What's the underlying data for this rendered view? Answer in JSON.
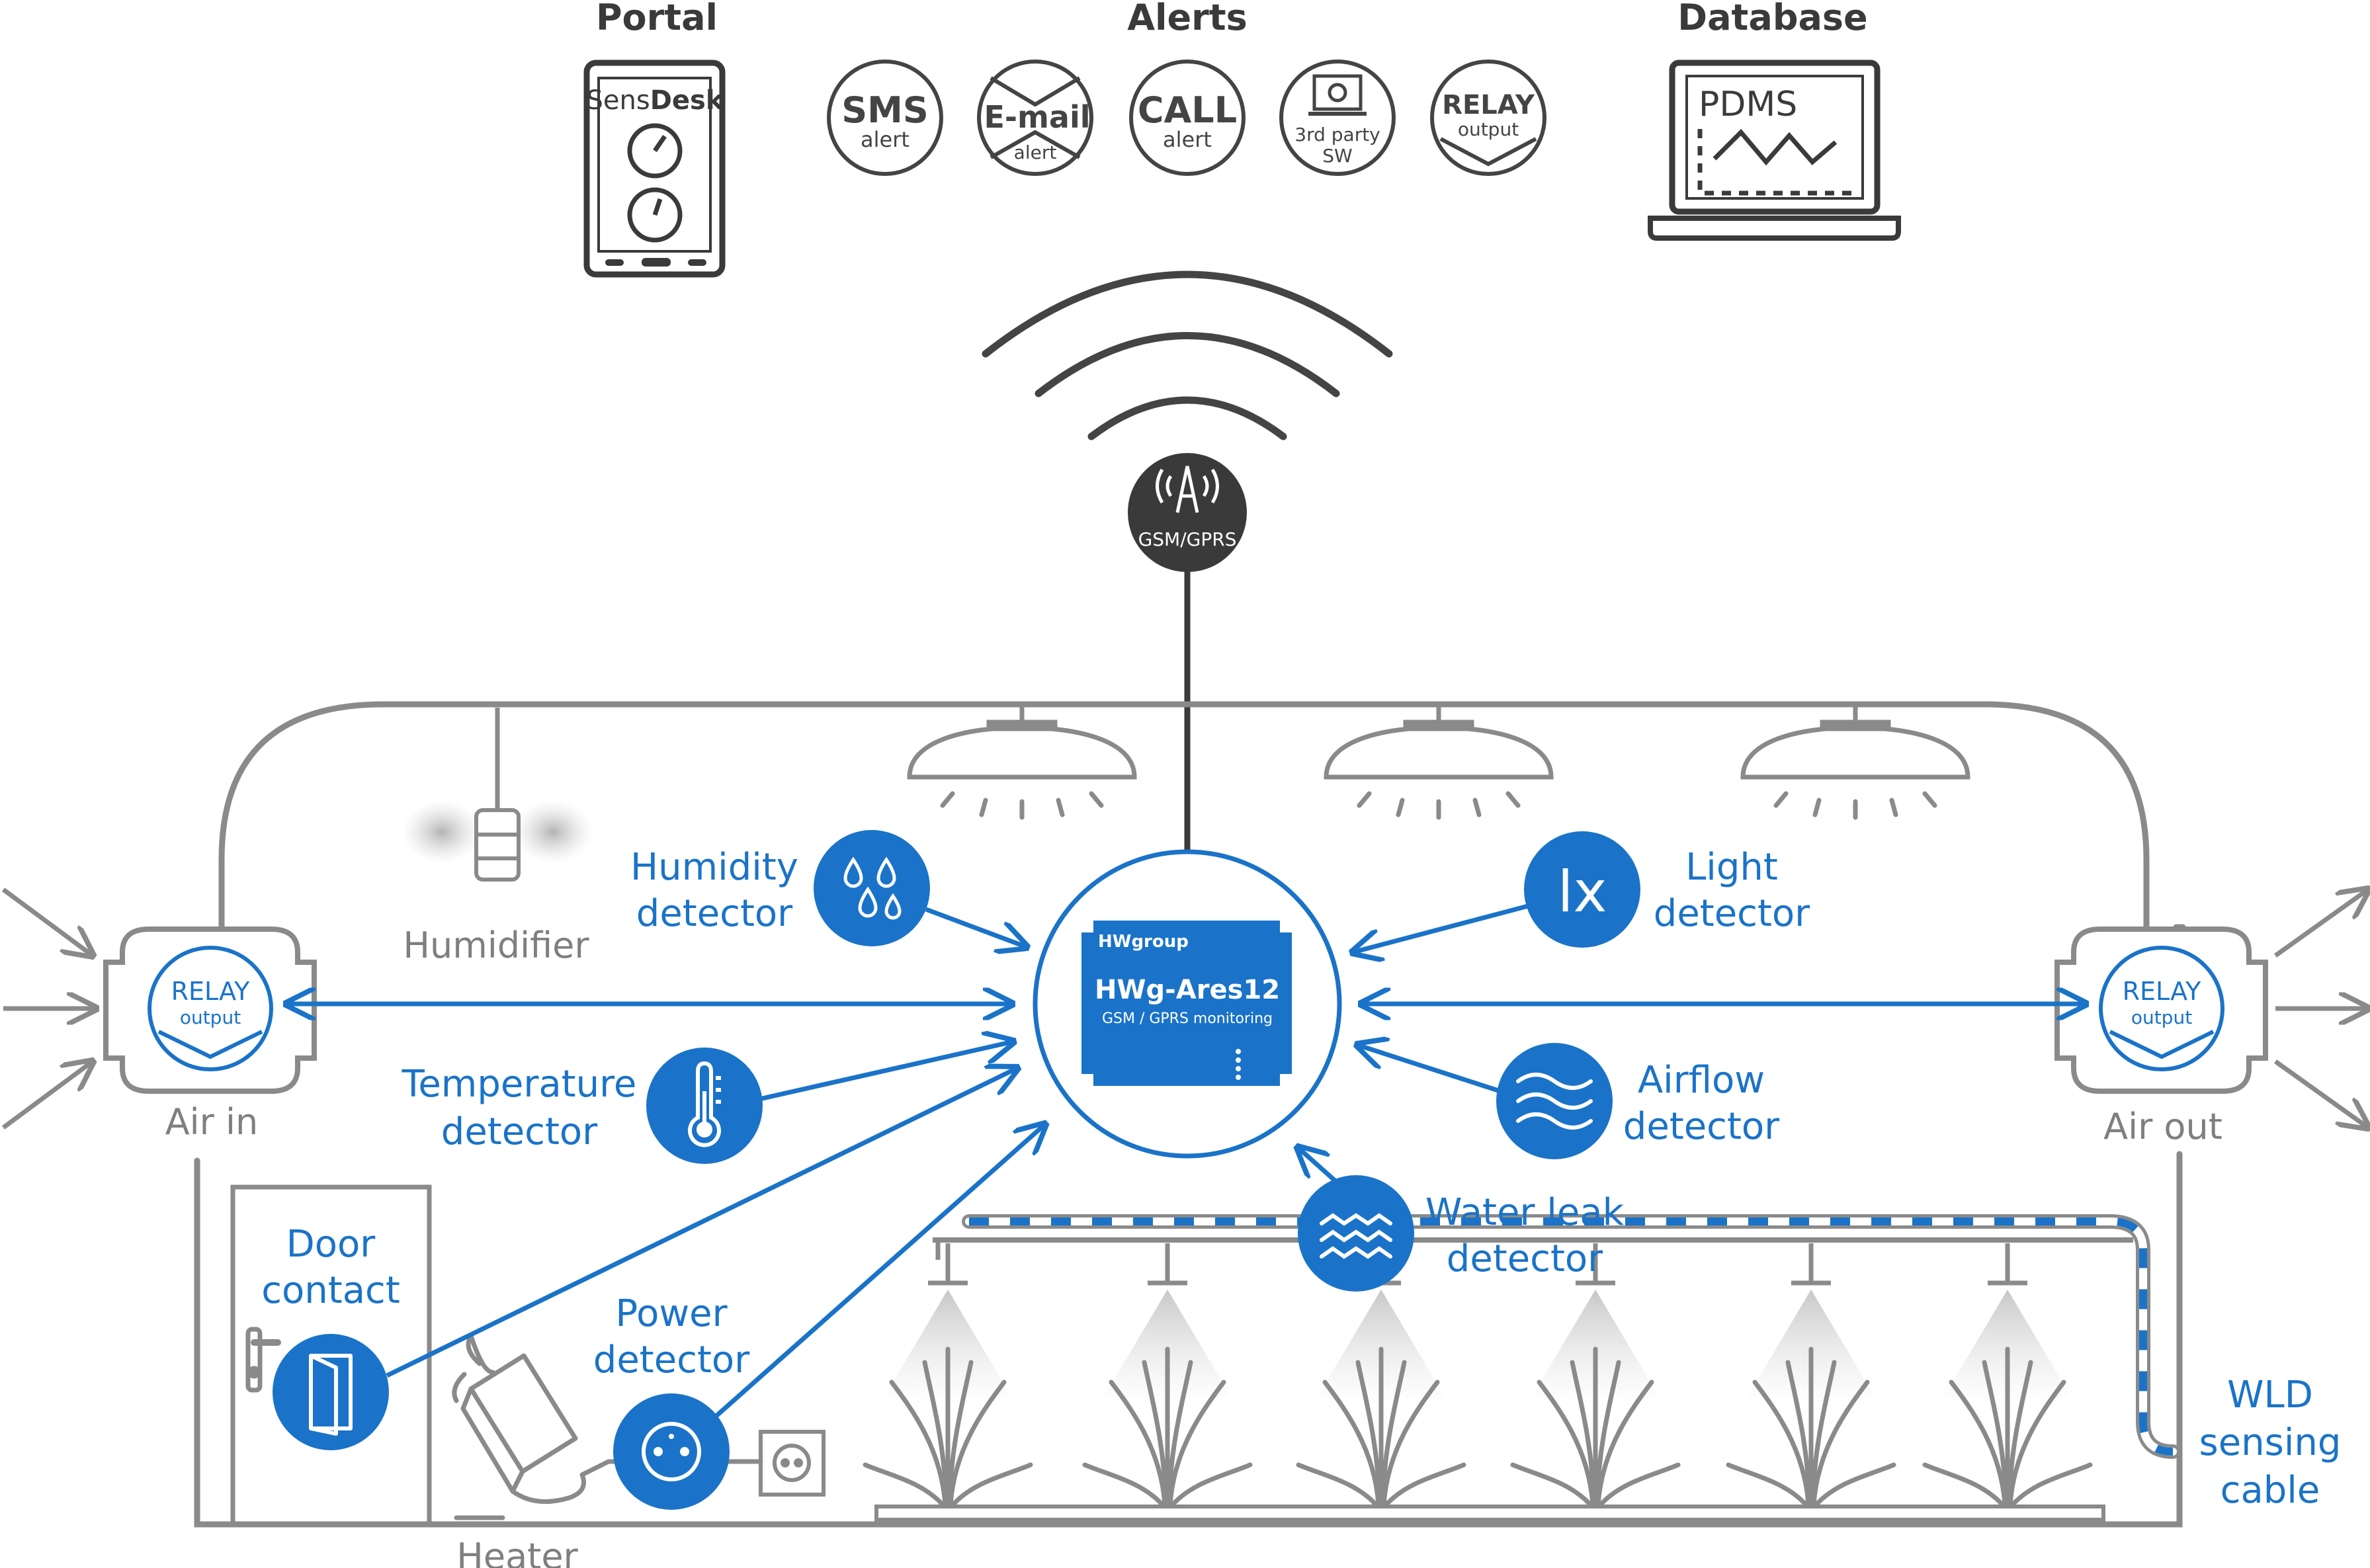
{
  "colors": {
    "blue": "#1a73c8",
    "gray": "#7f7f7f",
    "dark": "#3a3a3a"
  },
  "top": {
    "portal": {
      "title": "Portal",
      "brand_light": "Sens",
      "brand_bold": "Desk"
    },
    "alerts": {
      "title": "Alerts",
      "items": [
        {
          "icon": "sms-icon",
          "main": "SMS",
          "sub": "alert"
        },
        {
          "icon": "email-icon",
          "main": "E-mail",
          "sub": "alert"
        },
        {
          "icon": "call-icon",
          "main": "CALL",
          "sub": "alert"
        },
        {
          "icon": "third-party-sw-icon",
          "main": "3rd party",
          "sub": "SW"
        },
        {
          "icon": "relay-output-icon",
          "main": "RELAY",
          "sub": "output"
        }
      ]
    },
    "database": {
      "title": "Database",
      "app": "PDMS"
    }
  },
  "gsm": {
    "label": "GSM/GPRS"
  },
  "device": {
    "brand": "HWgroup",
    "name": "HWg-Ares12",
    "subtitle": "GSM / GPRS monitoring"
  },
  "relay_in": {
    "main": "RELAY",
    "sub": "output",
    "label": "Air in"
  },
  "relay_out": {
    "main": "RELAY",
    "sub": "output",
    "label": "Air out"
  },
  "humidifier": {
    "label": "Humidifier"
  },
  "heater": {
    "label": "Heater"
  },
  "sensors": {
    "humidity": {
      "line1": "Humidity",
      "line2": "detector"
    },
    "temperature": {
      "line1": "Temperature",
      "line2": "detector"
    },
    "door": {
      "line1": "Door",
      "line2": "contact"
    },
    "power": {
      "line1": "Power",
      "line2": "detector"
    },
    "light": {
      "line1": "Light",
      "line2": "detector",
      "icon_text": "lx"
    },
    "airflow": {
      "line1": "Airflow",
      "line2": "detector"
    },
    "water": {
      "line1": "Water leak",
      "line2": "detector"
    },
    "cable": {
      "line1": "WLD",
      "line2": "sensing",
      "line3": "cable"
    }
  }
}
